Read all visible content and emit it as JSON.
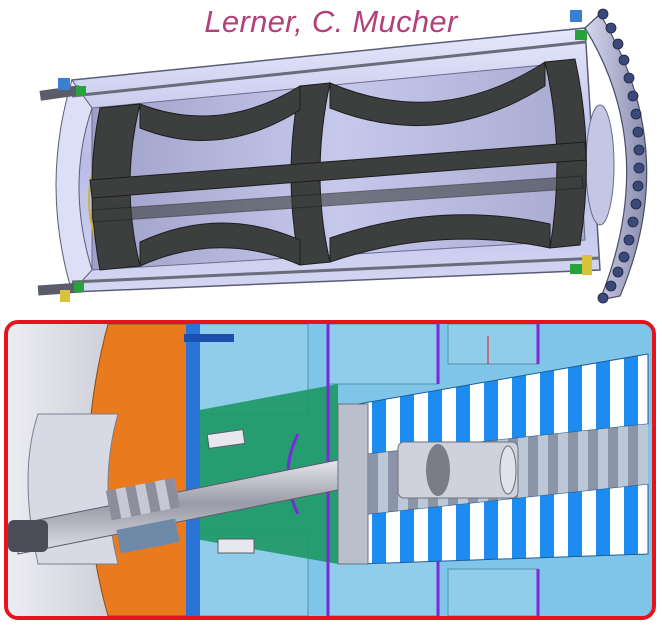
{
  "header": {
    "author_text": "Lerner, C. Mucher"
  },
  "colors": {
    "author": "#b4407a",
    "frame_border": "#e8121c",
    "cryostat_shell": "#bfc3ea",
    "support_frame": "#3d3e3e",
    "iron_yoke": "#ea7a1e",
    "calorimeter_stripe_blue": "#1c8cf0",
    "calorimeter_stripe_white": "#ffffff",
    "detector_green": "#229a6a",
    "magnet_blue": "#7ec5e8",
    "purple_lines": "#7a2ad8"
  },
  "icons": {
    "top": "cryostat-cutaway-drawing",
    "bottom": "detector-cross-section-render"
  }
}
